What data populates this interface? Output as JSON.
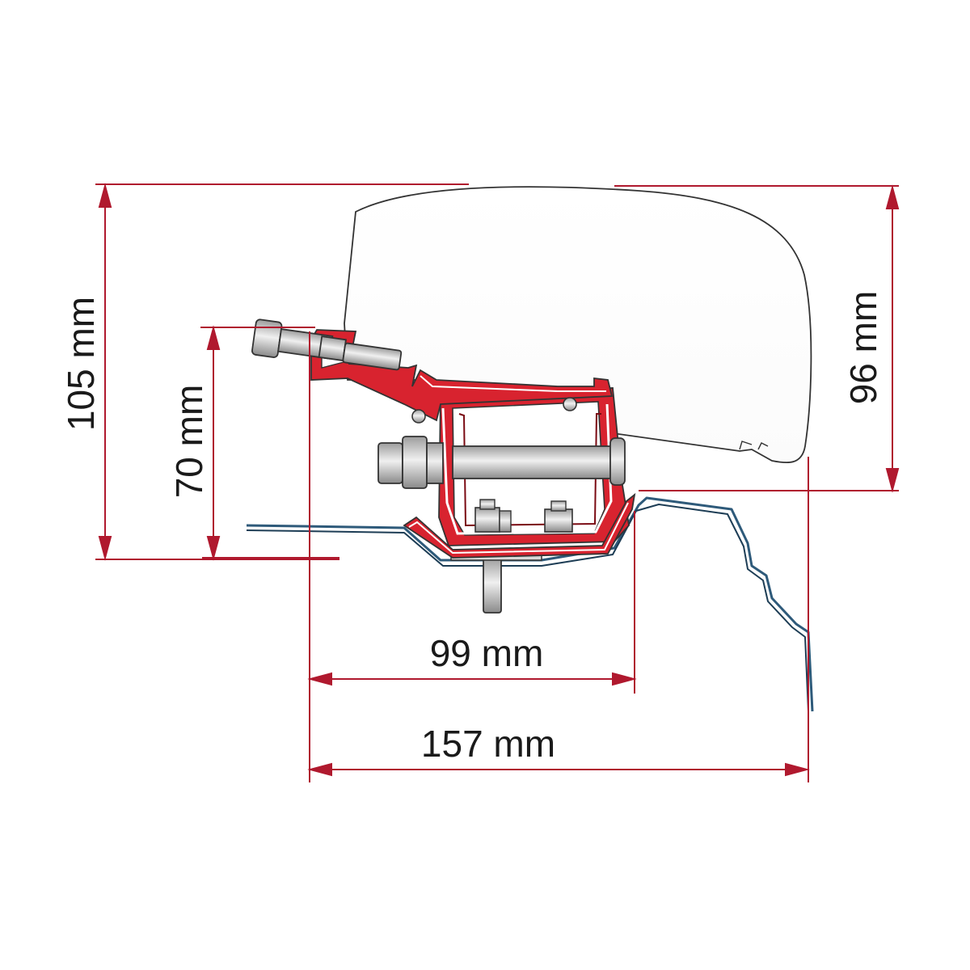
{
  "dimensions": {
    "overall_height": "105 mm",
    "bracket_height": "70 mm",
    "awning_height": "96 mm",
    "bracket_width": "99 mm",
    "overall_width": "157 mm"
  },
  "colors": {
    "dimension_line": "#b0192e",
    "bracket_red": "#d8232f",
    "bracket_dark": "#7a0a12",
    "roof_blue": "#2e5a7a",
    "outline": "#333333",
    "bolt_grey": "#c8c8c8"
  }
}
